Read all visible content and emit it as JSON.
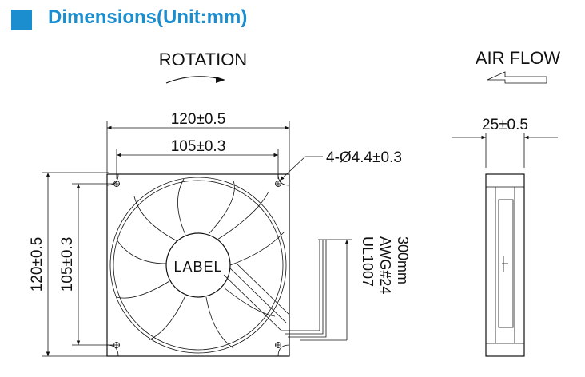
{
  "header": {
    "title": "Dimensions(Unit:mm)",
    "accent_color": "#1b8ed0"
  },
  "front_view": {
    "rotation_label": "ROTATION",
    "dim_outer_width": "120±0.5",
    "dim_hole_width": "105±0.3",
    "dim_outer_height": "120±0.5",
    "dim_hole_height": "105±0.3",
    "hole_callout": "4-Ø4.4±0.3",
    "hub_label": "LABEL",
    "wire_spec": [
      "UL1007",
      "AWG#24",
      "300mm"
    ]
  },
  "side_view": {
    "airflow_label": "AIR FLOW",
    "dim_thickness": "25±0.5"
  }
}
